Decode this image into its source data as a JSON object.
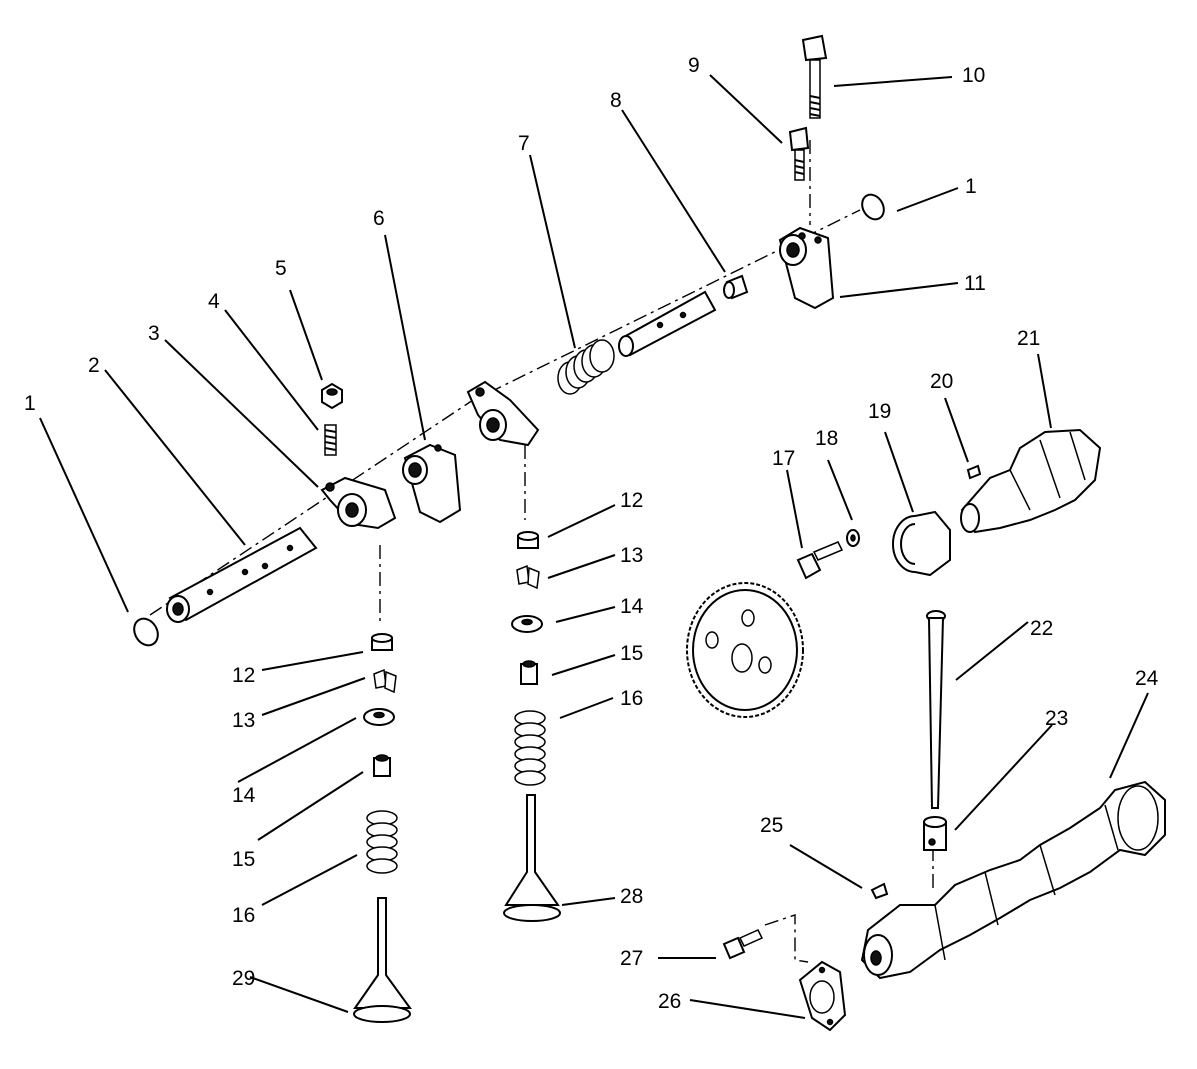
{
  "diagram": {
    "callouts": [
      "1",
      "2",
      "3",
      "4",
      "5",
      "6",
      "7",
      "8",
      "9",
      "10",
      "1",
      "11",
      "12",
      "13",
      "14",
      "15",
      "16",
      "12",
      "13",
      "14",
      "15",
      "16",
      "17",
      "18",
      "19",
      "20",
      "21",
      "22",
      "23",
      "24",
      "25",
      "26",
      "27",
      "28",
      "29"
    ]
  }
}
